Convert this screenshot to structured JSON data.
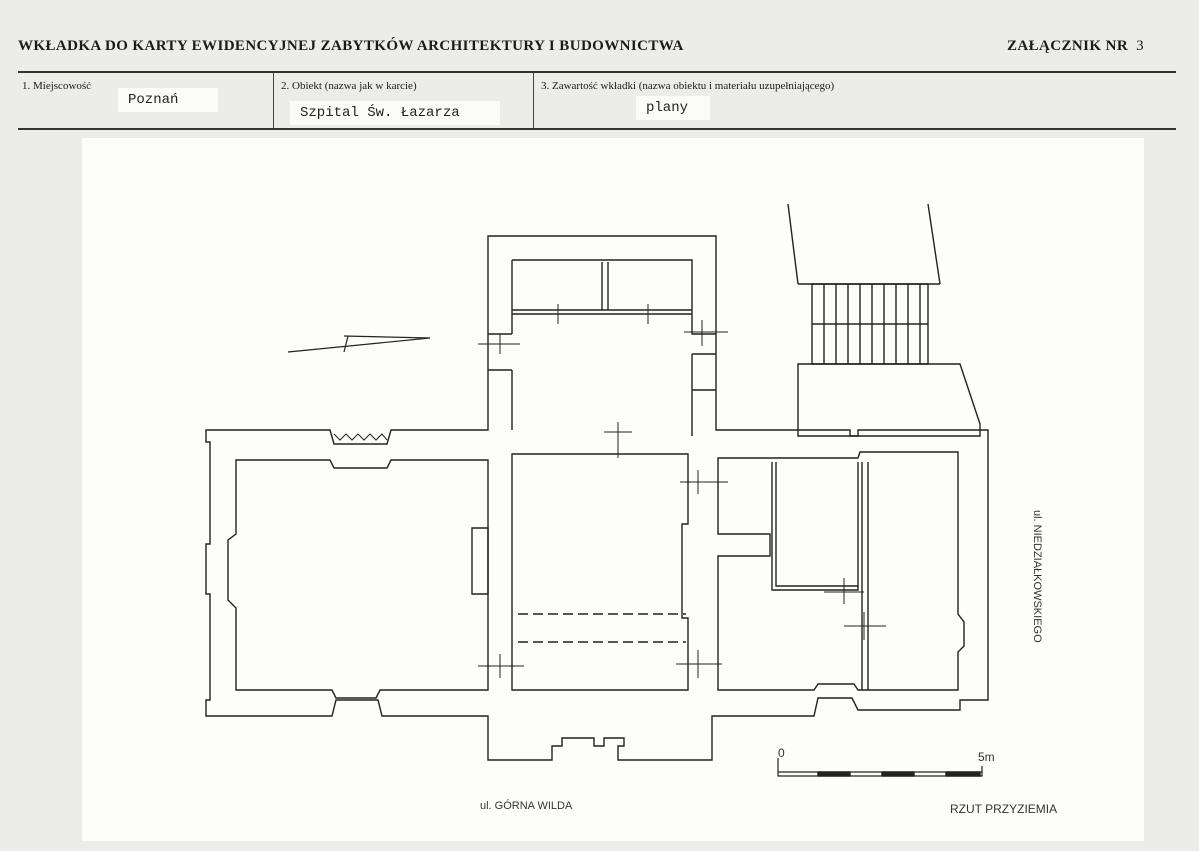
{
  "header": {
    "title": "WKŁADKA DO KARTY EWIDENCYJNEJ ZABYTKÓW ARCHITEKTURY I BUDOWNICTWA",
    "annex_label": "ZAŁĄCZNIK NR",
    "annex_number": "3"
  },
  "fields": {
    "locality_label": "1. Miejscowość",
    "locality_value": "Poznań",
    "object_label": "2. Obiekt (nazwa jak w karcie)",
    "object_value": "Szpital Św. Łazarza",
    "contents_label": "3. Zawartość wkładki (nazwa obiektu i materiału uzupełniającego)",
    "contents_value": "plany"
  },
  "plan": {
    "street_bottom": "ul. GÓRNA WILDA",
    "street_right": "ul. NIEDZIAŁKOWSKIEGO",
    "drawing_title": "RZUT PRZYZIEMIA",
    "scale_start": "0",
    "scale_end": "5m"
  }
}
